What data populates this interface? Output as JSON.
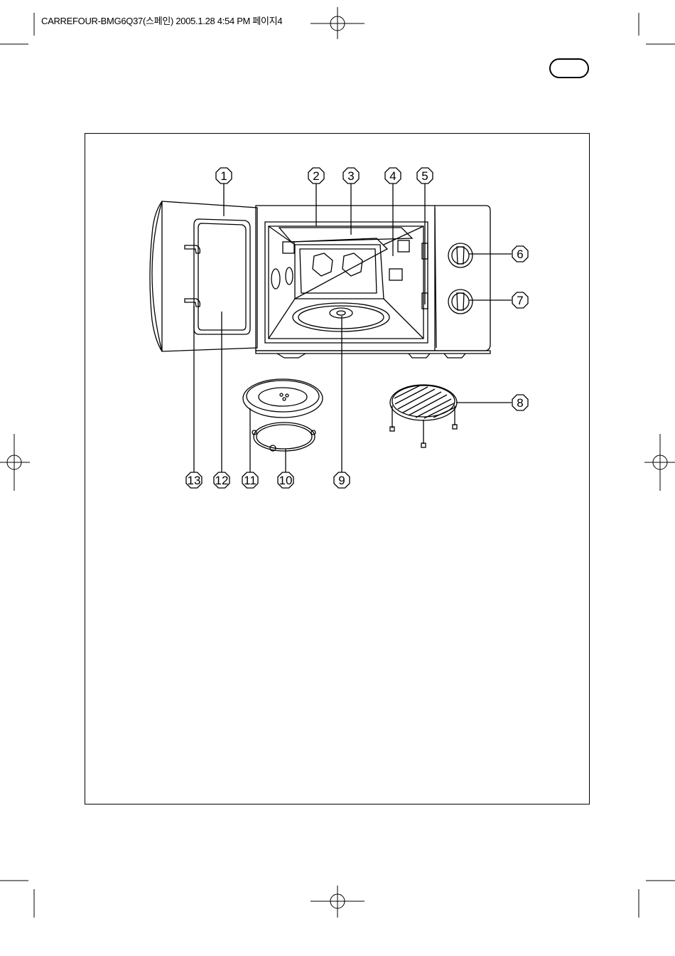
{
  "header": {
    "slug": "CARREFOUR-BMG6Q37(스페인) 2005.1.28 4:54 PM 페이지4"
  },
  "language_tab": {
    "label": ""
  },
  "diagram": {
    "subject": "microwave oven",
    "callouts": [
      "1",
      "2",
      "3",
      "4",
      "5",
      "6",
      "7",
      "8",
      "9",
      "10",
      "11",
      "12",
      "13"
    ]
  }
}
